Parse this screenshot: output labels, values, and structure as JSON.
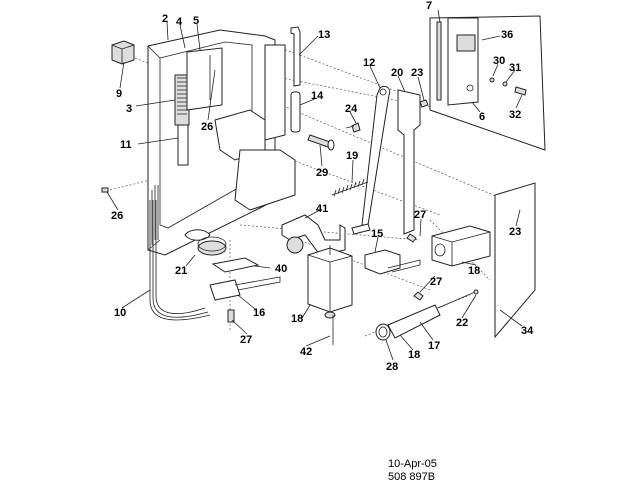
{
  "diagram": {
    "callouts": [
      "7",
      "36",
      "30",
      "31",
      "32",
      "6",
      "2",
      "4",
      "5",
      "13",
      "9",
      "3",
      "26",
      "11",
      "12",
      "20",
      "23",
      "24",
      "14",
      "29",
      "19",
      "26",
      "41",
      "27",
      "23",
      "15",
      "18",
      "21",
      "40",
      "10",
      "16",
      "27",
      "27",
      "22",
      "34",
      "18",
      "42",
      "28",
      "18",
      "17"
    ],
    "date": "10-Apr-05",
    "drawing_number": "508 897B"
  }
}
